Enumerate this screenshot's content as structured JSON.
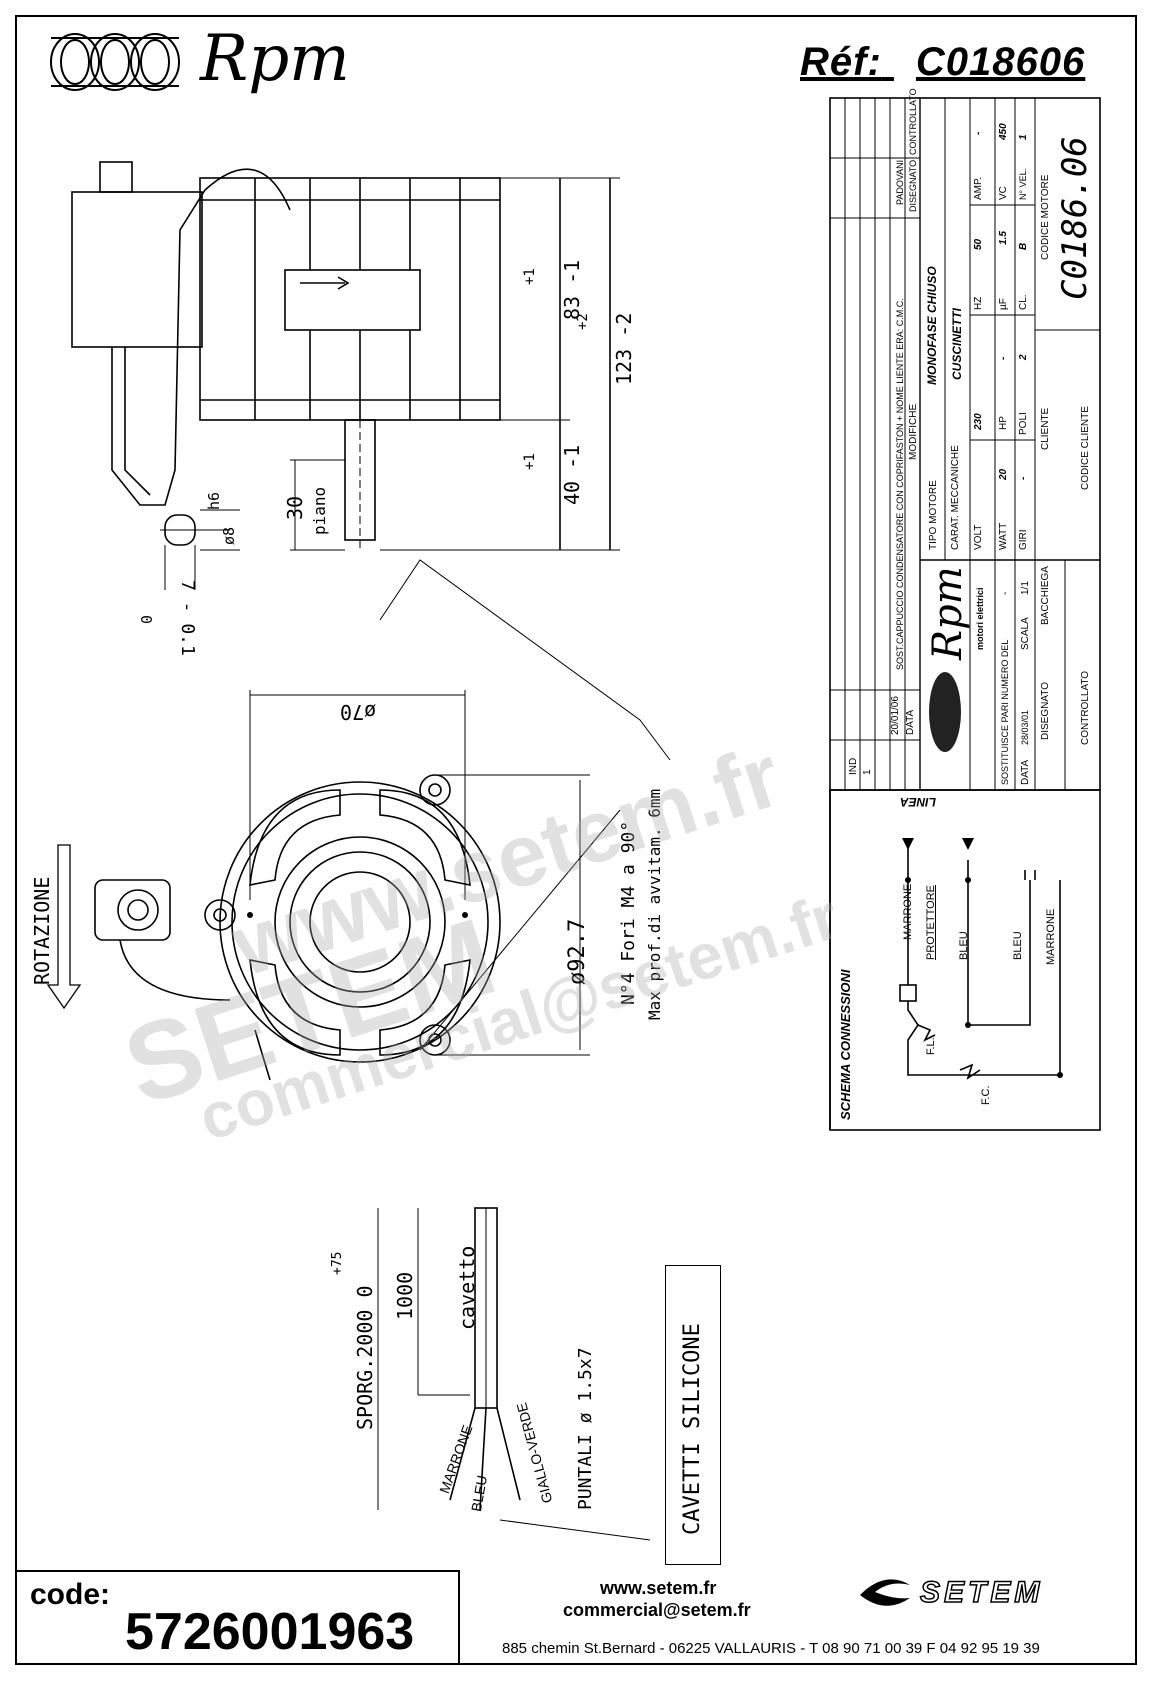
{
  "header": {
    "brand": "Rpm",
    "ref_label": "Réf:",
    "ref_value": "C018606"
  },
  "title_block": {
    "revision": {
      "row1_no": "1",
      "row1_date": "20/01/06",
      "row1_desc": "SOST.CAPPUCCIO CONDENSATORE CON COPRIFASTON + NOME LIENTE ERA: C.M.C.",
      "row1_drawn": "PADOVANI",
      "col_no": "IND",
      "col_date": "DATA",
      "col_mod": "MODIFICHE",
      "col_drawn": "DISEGNATO",
      "col_ctrl": "CONTROLLATO"
    },
    "tipo_motore_label": "TIPO MOTORE",
    "tipo_motore_value": "MONOFASE CHIUSO",
    "carat_label": "CARAT. MECCANICHE",
    "carat_value": "CUSCINETTI",
    "volt_label": "VOLT",
    "volt_value": "230",
    "hz_label": "HZ",
    "hz_value": "50",
    "amp_label": "AMP.",
    "amp_value": "-",
    "watt_label": "WATT",
    "watt_value": "20",
    "hp_label": "HP",
    "hp_value": "-",
    "uf_label": "µF",
    "uf_value": "1.5",
    "vc_label": "VC",
    "vc_value": "450",
    "giri_label": "GIRI",
    "giri_value": "-",
    "poli_label": "POLI",
    "poli_value": "2",
    "cl_label": "CL.",
    "cl_value": "B",
    "nvel_label": "N° VEL.",
    "nvel_value": "1",
    "cliente_label": "CLIENTE",
    "codice_cliente_label": "CODICE CLIENTE",
    "codice_motore_label": "CODICE MOTORE",
    "codice_motore_value": "C0186.06",
    "brand_sub": "motori elettrici",
    "sostituisce_label": "SOSTITUISCE PARI NUMERO DEL",
    "sostituisce_value": "-",
    "data_label": "DATA",
    "data_value": "28/03/01",
    "scala_label": "SCALA",
    "scala_value": "1/1",
    "disegnato_label": "DISEGNATO",
    "disegnato_value": "BACCHIEGA",
    "controllato_label": "CONTROLLATO"
  },
  "schema": {
    "title": "SCHEMA CONNESSIONI",
    "linea": "LINEA",
    "marrone": "MARRONE",
    "protettore": "PROTETTORE",
    "bleu1": "BLEU",
    "bleu2": "BLEU",
    "marrone2": "MARRONE",
    "fl": "F.L.",
    "fc": "F.C."
  },
  "dimensions": {
    "d83": "83 -1",
    "d83_tol": "+1",
    "d123": "123 -2",
    "d123_tol": "+2",
    "d40": "40 -1",
    "d40_tol": "+1",
    "h6": "h6",
    "d8": "ø8",
    "piano": "piano",
    "p30": "30",
    "d7": "7 - 0.1",
    "d7_tol": "0",
    "d70": "ø70",
    "d92": "ø92.7",
    "fori": "N°4 Fori M4 a 90°",
    "prof": "Max prof.di avvitam. 6mm",
    "rotazione": "ROTAZIONE"
  },
  "cable": {
    "cavetto": "cavetto",
    "d1000": "1000",
    "sporg": "SPORG.2000 0",
    "sporg_tol": "+75",
    "marrone": "MARRONE",
    "bleu": "BLEU",
    "giallo": "GIALLO-VERDE",
    "puntali": "PUNTALI ø 1.5x7",
    "silicone": "CAVETTI SILICONE"
  },
  "footer": {
    "code_label": "code:",
    "code_value": "5726001963",
    "web": "www.setem.fr",
    "email": "commercial@setem.fr",
    "address": "885 chemin St.Bernard  -  06225 VALLAURIS  -  T 08 90 71 00 39   F 04 92 95 19 39",
    "brand": "SETEM"
  },
  "watermark": {
    "w1": "www.setem.fr",
    "w2": "SETEM",
    "w3": "commercial@setem.fr"
  }
}
